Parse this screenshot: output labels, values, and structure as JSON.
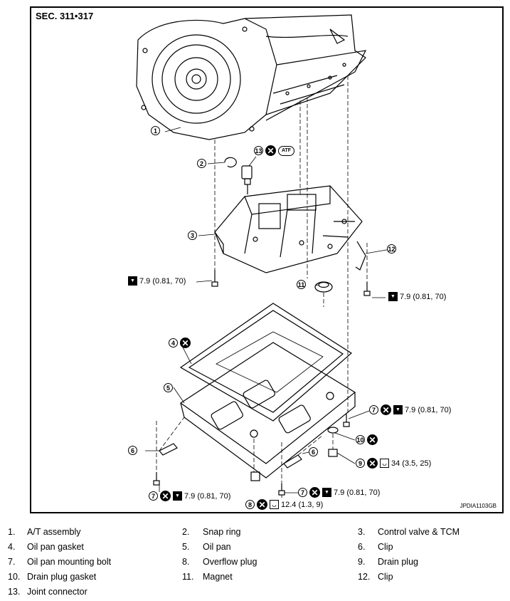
{
  "figure": {
    "section": "SEC. 311•317",
    "figure_id": "JPDIA1103GB",
    "icons": {
      "not_reusable": "x-circle-icon",
      "torque": "torque-wrench-icon",
      "fluid": "atf-fluid-icon"
    },
    "callouts": {
      "c1": "1",
      "c2": "2",
      "c3": "3",
      "c4": "4",
      "c5": "5",
      "c6a": "6",
      "c6b": "6",
      "c7a": "7",
      "c7b": "7",
      "c7c": "7",
      "c8": "8",
      "c9": "9",
      "c10": "10",
      "c11": "11",
      "c12": "12",
      "c13": "13",
      "atf": "ATF",
      "torque_a": "7.9 (0.81, 70)",
      "torque_b": "7.9 (0.81, 70)",
      "torque_c": "7.9 (0.81, 70)",
      "torque_d": "7.9 (0.81, 70)",
      "torque_e": "7.9 (0.81, 70)",
      "torque_drain": "34 (3.5, 25)",
      "torque_overflow": "12.4 (1.3, 9)"
    }
  },
  "legend": [
    {
      "num": "1.",
      "label": "A/T assembly"
    },
    {
      "num": "2.",
      "label": "Snap ring"
    },
    {
      "num": "3.",
      "label": "Control valve & TCM"
    },
    {
      "num": "4.",
      "label": "Oil pan gasket"
    },
    {
      "num": "5.",
      "label": "Oil pan"
    },
    {
      "num": "6.",
      "label": "Clip"
    },
    {
      "num": "7.",
      "label": "Oil pan mounting bolt"
    },
    {
      "num": "8.",
      "label": "Overflow plug"
    },
    {
      "num": "9.",
      "label": "Drain plug"
    },
    {
      "num": "10.",
      "label": "Drain plug gasket"
    },
    {
      "num": "11.",
      "label": "Magnet"
    },
    {
      "num": "12.",
      "label": "Clip"
    },
    {
      "num": "13.",
      "label": "Joint connector"
    }
  ]
}
